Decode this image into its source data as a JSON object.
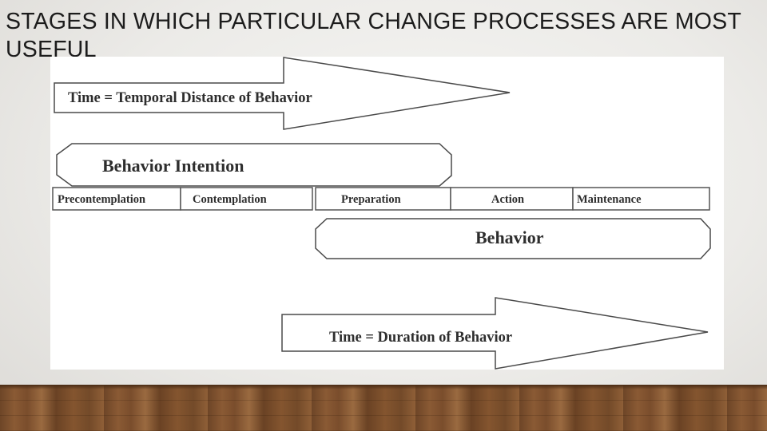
{
  "slide": {
    "title": "STAGES IN WHICH PARTICULAR CHANGE PROCESSES ARE MOST USEFUL"
  },
  "diagram": {
    "top_arrow_label": "Time = Temporal Distance of Behavior",
    "intention_label": "Behavior Intention",
    "stages": [
      "Precontemplation",
      "Contemplation",
      "Preparation",
      "Action",
      "Maintenance"
    ],
    "behavior_label": "Behavior",
    "bottom_arrow_label": "Time = Duration of Behavior"
  }
}
